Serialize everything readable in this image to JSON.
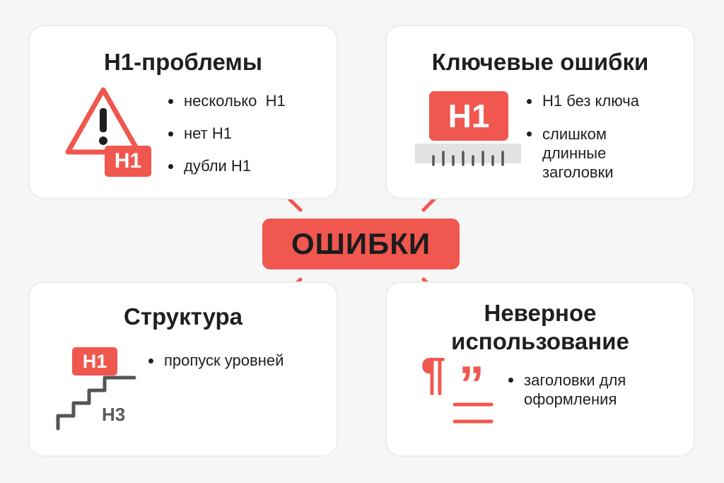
{
  "center": {
    "label": "ОШИБКИ"
  },
  "cards": [
    {
      "title": "H1-проблемы",
      "badge": "H1",
      "bullets": [
        "несколько  H1",
        "нет H1",
        "дубли H1"
      ]
    },
    {
      "title": "Ключевые ошибки",
      "badge": "H1",
      "bullets": [
        "H1 без ключа",
        "слишком длинные заголовки"
      ]
    },
    {
      "title": "Структура",
      "badge": "H1",
      "sub_label": "H3",
      "bullets": [
        "пропуск уровней"
      ]
    },
    {
      "title_lines": [
        "Неверное",
        "использование"
      ],
      "glyph_pilcrow": "¶",
      "glyph_quote": "”",
      "bullets": [
        "заголовки для оформления"
      ]
    }
  ],
  "colors": {
    "accent": "#f0574f",
    "text": "#1f1f1f",
    "muted": "#5a5a5a"
  }
}
